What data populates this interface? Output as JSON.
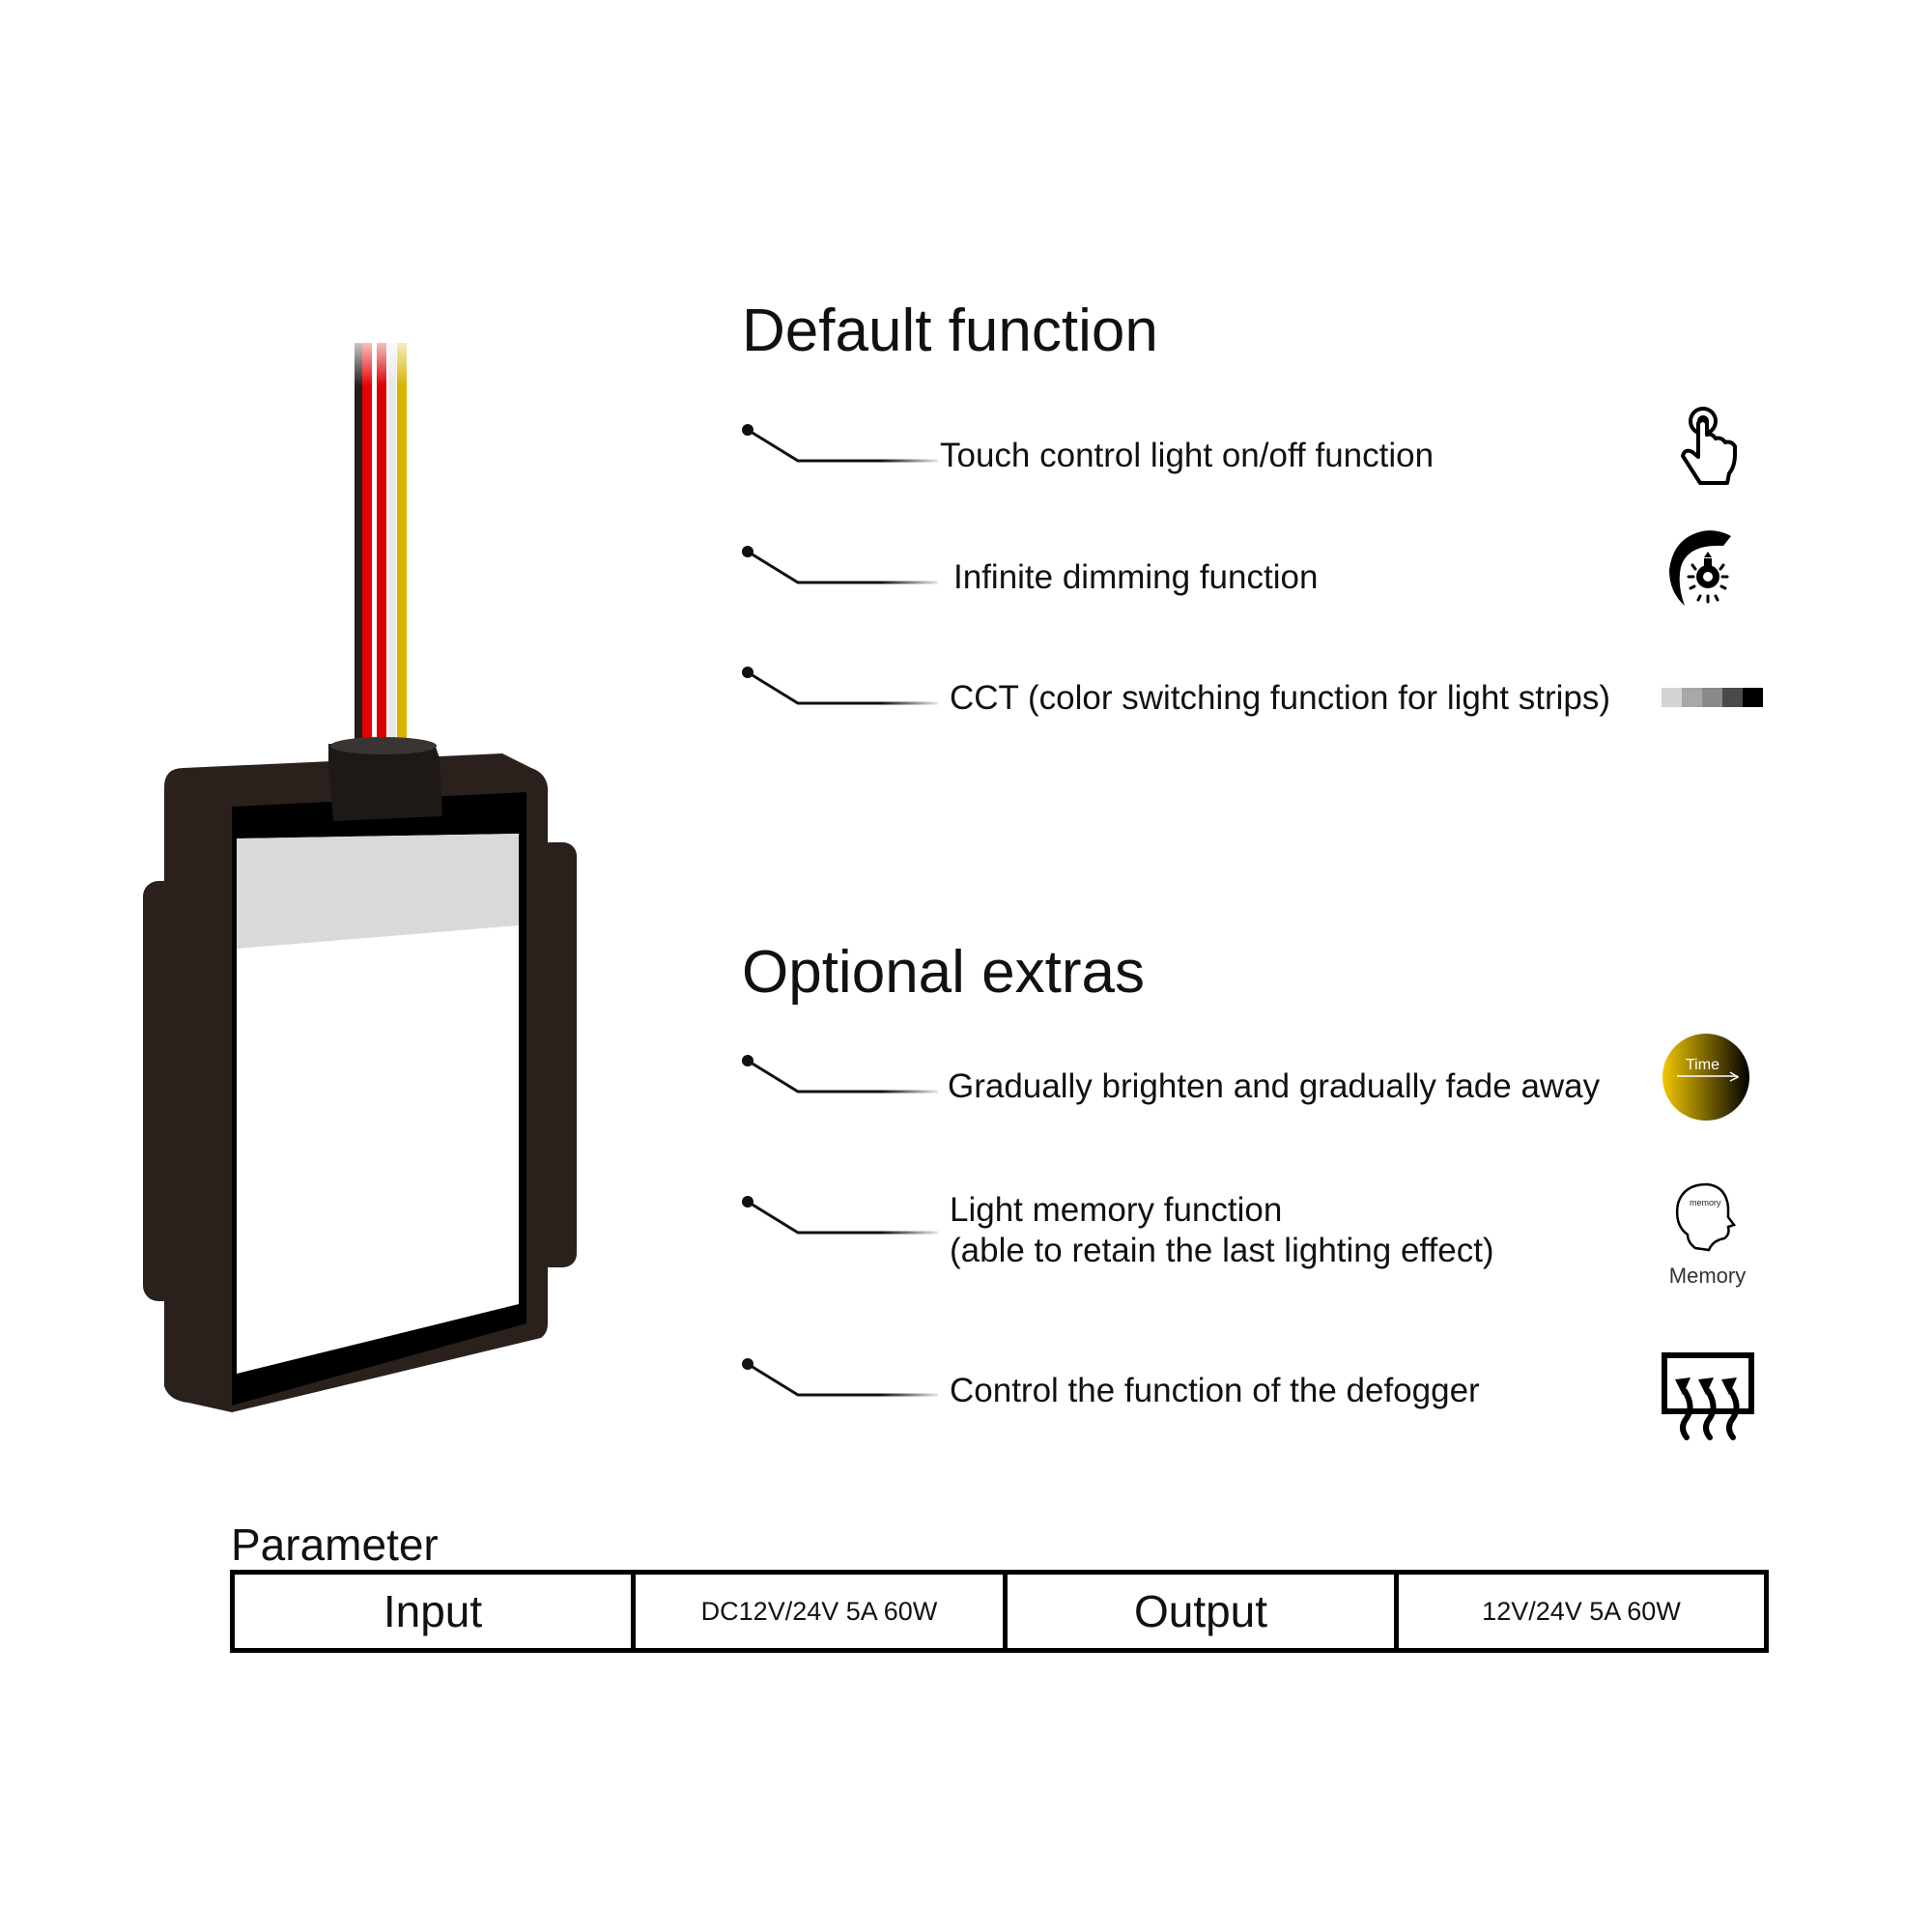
{
  "default_section": {
    "title": "Default function",
    "items": [
      {
        "label": "Touch control light on/off function",
        "icon": "touch-hand-icon"
      },
      {
        "label": "Infinite dimming function",
        "icon": "dimming-bulb-icon"
      },
      {
        "label": "CCT (color switching function for light strips)",
        "icon": "cct-gradient-icon"
      }
    ]
  },
  "optional_section": {
    "title": "Optional extras",
    "items": [
      {
        "label": "Gradually brighten and gradually fade away",
        "icon": "time-fade-icon",
        "icon_text": "Time"
      },
      {
        "label_line1": "Light memory function",
        "label_line2": "(able to retain the last lighting effect)",
        "icon": "memory-head-icon",
        "icon_inner_text": "memory",
        "icon_caption": "Memory"
      },
      {
        "label": "Control the function of the defogger",
        "icon": "defogger-icon"
      }
    ]
  },
  "parameters": {
    "title": "Parameter",
    "cells": [
      "Input",
      "DC12V/24V 5A 60W",
      "Output",
      "12V/24V 5A 60W"
    ]
  },
  "device": {
    "wire_colors": [
      "#1a1a1a",
      "#e00000",
      "#e00000",
      "#f2f2f2",
      "#e0b800"
    ],
    "body_color": "#2a211c",
    "cct_swatches": [
      "#d4d4d4",
      "#a8a8a8",
      "#8a8a8a",
      "#4a4a4a",
      "#000000"
    ],
    "time_gradient": [
      "#f3c800",
      "#000000"
    ]
  }
}
